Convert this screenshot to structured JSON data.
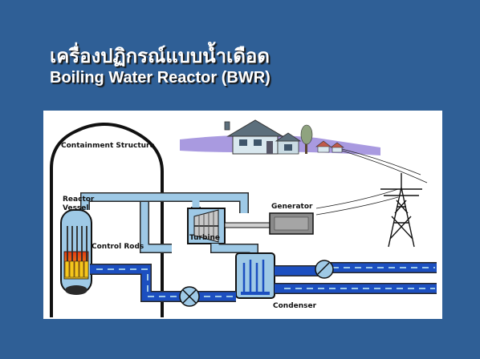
{
  "slide": {
    "title_thai": "เครื่องปฏิกรณ์แบบน้ำเดือด",
    "title_english": "Boiling Water Reactor (BWR)"
  },
  "diagram": {
    "labels": {
      "containment": "Containment Structure",
      "reactor_line1": "Reactor",
      "reactor_line2": "Vessel",
      "control_rods": "Control Rods",
      "turbine": "Turbine",
      "generator": "Generator",
      "condenser": "Condenser"
    }
  },
  "colors": {
    "background": "#2f5f96",
    "pipe_water": "#1c4fc0",
    "pipe_steam": "#9ec9e6",
    "core_hot": "#e33a12",
    "core_warm": "#f6c61c",
    "house_roof": "#5c6f7c",
    "house_wall": "#d8e7ee",
    "ground": "#a99ae0"
  }
}
